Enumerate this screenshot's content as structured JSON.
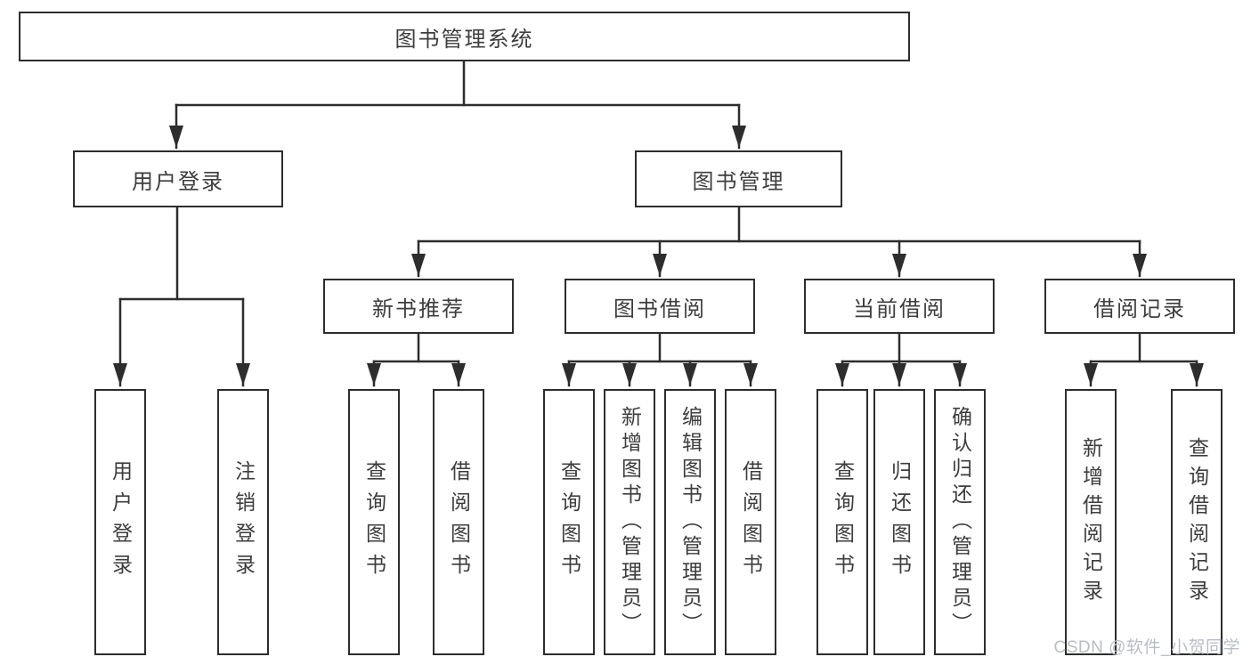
{
  "watermark": "CSDN @软件_小贺同学",
  "colors": {
    "line": "#2d2d2d",
    "text": "#3d3d3d",
    "watermark": "#b9bdc4",
    "background": "#ffffff"
  },
  "tree": {
    "root": "图书管理系统",
    "branches": [
      {
        "label": "用户登录",
        "children": [
          "用户登录",
          "注销登录"
        ]
      },
      {
        "label": "图书管理",
        "children": [
          {
            "label": "新书推荐",
            "children": [
              "查询图书",
              "借阅图书"
            ]
          },
          {
            "label": "图书借阅",
            "children": [
              "查询图书",
              "新增图书（管理员）",
              "编辑图书（管理员）",
              "借阅图书"
            ]
          },
          {
            "label": "当前借阅",
            "children": [
              "查询图书",
              "归还图书",
              "确认归还（管理员）"
            ]
          },
          {
            "label": "借阅记录",
            "children": [
              "新增借阅记录",
              "查询借阅记录"
            ]
          }
        ]
      }
    ]
  }
}
